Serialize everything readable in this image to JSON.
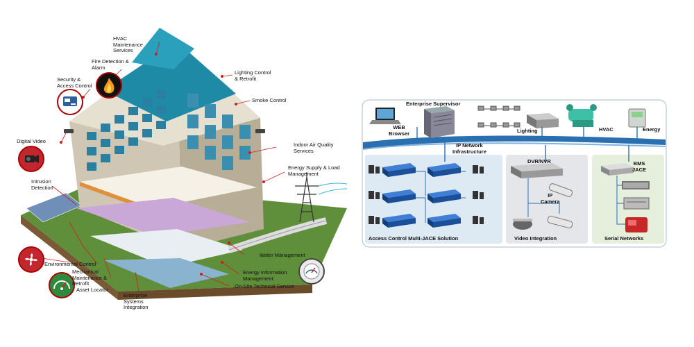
{
  "building": {
    "labels": {
      "hvac": "HVAC\nMaintenance\nServices",
      "fire": "Fire Detection &\nAlarm",
      "security": "Security &\nAccess Control",
      "digital_video": "Digital Video",
      "intrusion": "Intrusion\nDetection",
      "environmental": "Environmental Control",
      "mechanical": "Mechanical\nMaintenance &\nRetrofit",
      "asset": "Asset Locator",
      "enterprise": "Enterprise\nSystems\nIntegration",
      "lighting": "Lighting Control\n& Retrofit",
      "smoke": "Smoke Control",
      "iaq": "Indoor Air Quality\nServices",
      "energy_supply": "Energy Supply & Load\nManagement",
      "water": "Water Management",
      "energy_info": "Energy Information\nManagement",
      "onsite": "On-Site Technical Service"
    },
    "colors": {
      "accent": "#cc1f1f",
      "glass": "#1f8aa6",
      "facade": "#cfc7b4"
    }
  },
  "network": {
    "enterprise_supervisor": "Enterprise Supervisor",
    "web_browser": "WEB\nBrowser",
    "lighting": "Lighting",
    "hvac": "HVAC",
    "energy": "Energy",
    "ip_network": "IP Network\nInfrastructure",
    "dvr_nvr": "DVR/NVR",
    "ip_camera": "IP\nCamera",
    "bms_jace": "BMS\nJACE",
    "access_control": "Access Control Multi-JACE Solution",
    "video_integration": "Video Integration",
    "serial_networks": "Serial Networks",
    "colors": {
      "backbone": "#2a6fb0",
      "panel_bg": "#dde9f3",
      "device": "#1b4f9a"
    }
  }
}
